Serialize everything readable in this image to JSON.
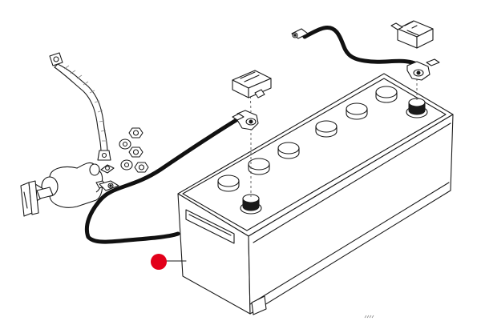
{
  "diagram": {
    "colors": {
      "line": "#1a1a1a",
      "cable": "#111111",
      "marker": "#e2001a",
      "background": "#ffffff"
    },
    "icons": [
      "battery",
      "positive-terminal-clamp",
      "negative-terminal-clamp",
      "terminal-cover",
      "battery-disconnect-switch",
      "ground-strap",
      "washers-and-nuts",
      "callout-marker"
    ]
  }
}
